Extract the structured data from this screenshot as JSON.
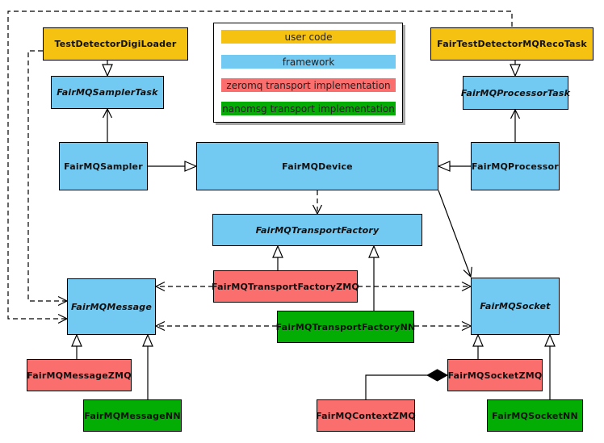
{
  "legend": {
    "items": [
      {
        "label": "user code",
        "color": "#F5C211",
        "category": "user-code"
      },
      {
        "label": "framework",
        "color": "#72C9F2",
        "category": "framework"
      },
      {
        "label": "zeromq transport implementation",
        "color": "#FA6E6E",
        "category": "zeromq"
      },
      {
        "label": "nanomsg transport implementation",
        "color": "#03AD03",
        "category": "nanomsg"
      }
    ]
  },
  "nodes": {
    "digiloader": {
      "label": "TestDetectorDigiLoader",
      "category": "user-code",
      "abstract": false
    },
    "recotask": {
      "label": "FairTestDetectorMQRecoTask",
      "category": "user-code",
      "abstract": false
    },
    "samplertask": {
      "label": "FairMQSamplerTask",
      "category": "framework",
      "abstract": true
    },
    "processortask": {
      "label": "FairMQProcessorTask",
      "category": "framework",
      "abstract": true
    },
    "sampler": {
      "label": "FairMQSampler",
      "category": "framework",
      "abstract": false
    },
    "device": {
      "label": "FairMQDevice",
      "category": "framework",
      "abstract": false
    },
    "processor": {
      "label": "FairMQProcessor",
      "category": "framework",
      "abstract": false
    },
    "transportfactory": {
      "label": "FairMQTransportFactory",
      "category": "framework",
      "abstract": true
    },
    "factoryzmq": {
      "label": "FairMQTransportFactoryZMQ",
      "category": "zeromq",
      "abstract": false
    },
    "factorynn": {
      "label": "FairMQTransportFactoryNN",
      "category": "nanomsg",
      "abstract": false
    },
    "message": {
      "label": "FairMQMessage",
      "category": "framework",
      "abstract": true
    },
    "socket": {
      "label": "FairMQSocket",
      "category": "framework",
      "abstract": true
    },
    "messagezmq": {
      "label": "FairMQMessageZMQ",
      "category": "zeromq",
      "abstract": false
    },
    "messagenn": {
      "label": "FairMQMessageNN",
      "category": "nanomsg",
      "abstract": false
    },
    "contextzmq": {
      "label": "FairMQContextZMQ",
      "category": "zeromq",
      "abstract": false
    },
    "socketzmq": {
      "label": "FairMQSocketZMQ",
      "category": "zeromq",
      "abstract": false
    },
    "socketnn": {
      "label": "FairMQSocketNN",
      "category": "nanomsg",
      "abstract": false
    }
  },
  "edges": [
    {
      "from": "TestDetectorDigiLoader",
      "to": "FairMQSamplerTask",
      "type": "inheritance"
    },
    {
      "from": "FairTestDetectorMQRecoTask",
      "to": "FairMQProcessorTask",
      "type": "inheritance"
    },
    {
      "from": "FairMQSampler",
      "to": "FairMQDevice",
      "type": "inheritance"
    },
    {
      "from": "FairMQProcessor",
      "to": "FairMQDevice",
      "type": "inheritance"
    },
    {
      "from": "FairMQSampler",
      "to": "FairMQSamplerTask",
      "type": "association"
    },
    {
      "from": "FairMQProcessor",
      "to": "FairMQProcessorTask",
      "type": "association"
    },
    {
      "from": "FairMQDevice",
      "to": "FairMQTransportFactory",
      "type": "dependency"
    },
    {
      "from": "FairMQDevice",
      "to": "FairMQSocket",
      "type": "association"
    },
    {
      "from": "FairMQTransportFactoryZMQ",
      "to": "FairMQTransportFactory",
      "type": "inheritance"
    },
    {
      "from": "FairMQTransportFactoryNN",
      "to": "FairMQTransportFactory",
      "type": "inheritance"
    },
    {
      "from": "FairMQTransportFactoryZMQ",
      "to": "FairMQMessage",
      "type": "dependency"
    },
    {
      "from": "FairMQTransportFactoryZMQ",
      "to": "FairMQSocket",
      "type": "dependency"
    },
    {
      "from": "FairMQTransportFactoryNN",
      "to": "FairMQMessage",
      "type": "dependency"
    },
    {
      "from": "FairMQTransportFactoryNN",
      "to": "FairMQSocket",
      "type": "dependency"
    },
    {
      "from": "TestDetectorDigiLoader",
      "to": "FairMQMessage",
      "type": "dependency"
    },
    {
      "from": "FairTestDetectorMQRecoTask",
      "to": "FairMQMessage",
      "type": "dependency"
    },
    {
      "from": "FairMQMessageZMQ",
      "to": "FairMQMessage",
      "type": "inheritance"
    },
    {
      "from": "FairMQMessageNN",
      "to": "FairMQMessage",
      "type": "inheritance"
    },
    {
      "from": "FairMQSocketZMQ",
      "to": "FairMQSocket",
      "type": "inheritance"
    },
    {
      "from": "FairMQSocketNN",
      "to": "FairMQSocket",
      "type": "inheritance"
    },
    {
      "from": "FairMQContextZMQ",
      "to": "FairMQSocketZMQ",
      "type": "composition"
    }
  ],
  "colors": {
    "user_code": "#F5C211",
    "framework": "#72C9F2",
    "zeromq": "#FA6E6E",
    "nanomsg": "#03AD03",
    "line": "#000000",
    "background": "#FFFFFF"
  }
}
